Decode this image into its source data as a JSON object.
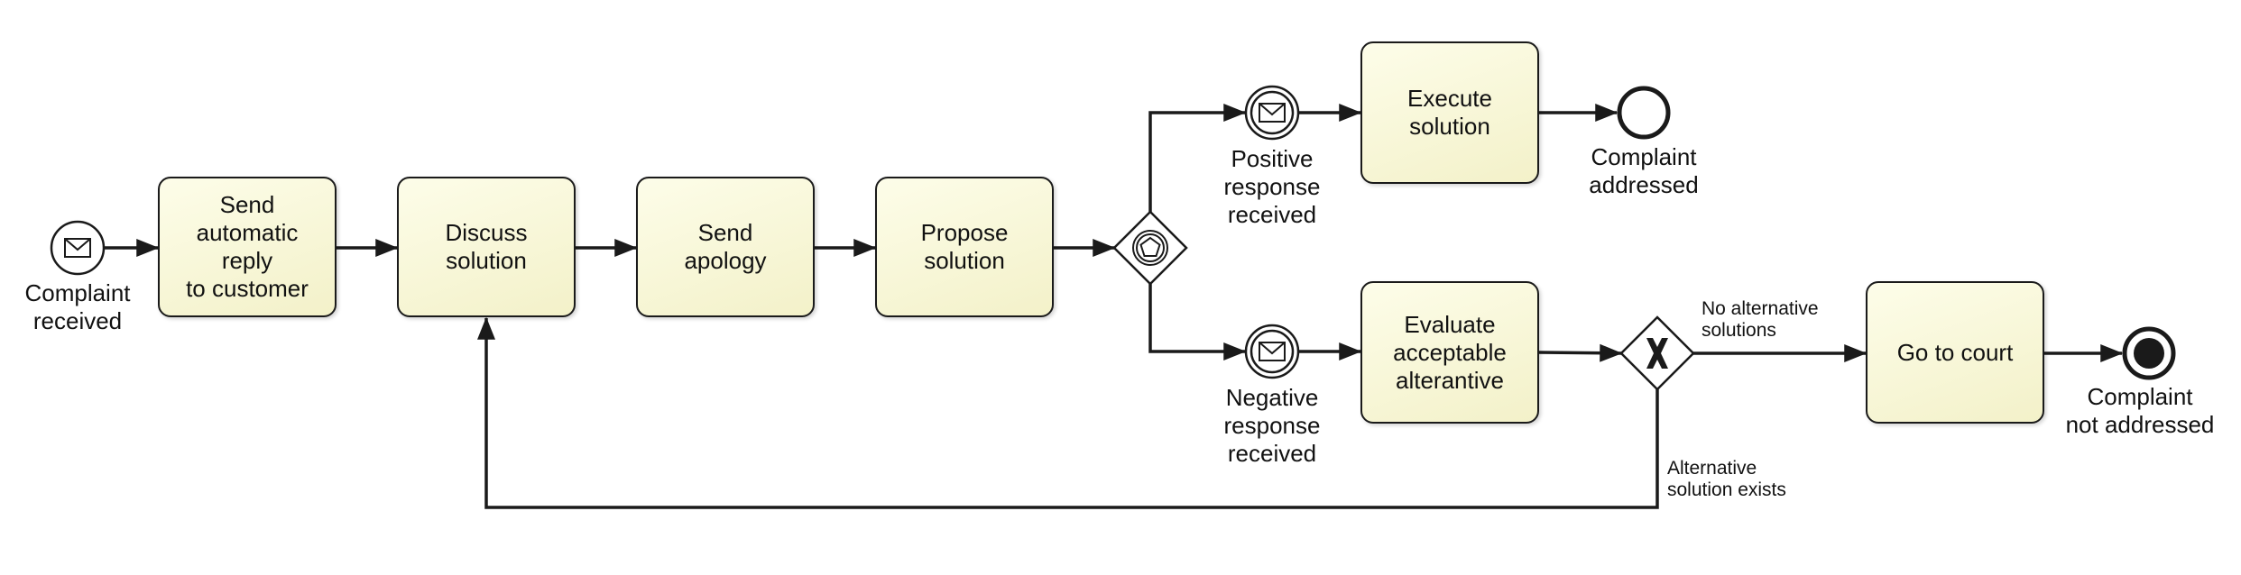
{
  "tasks": {
    "send_auto_reply": "Send\nautomatic\nreply\nto customer",
    "discuss_solution": "Discuss\nsolution",
    "send_apology": "Send\napology",
    "propose_solution": "Propose\nsolution",
    "execute_solution": "Execute\nsolution",
    "evaluate_alternative": "Evaluate\nacceptable\nalterantive",
    "go_to_court": "Go to court"
  },
  "events": {
    "complaint_received": "Complaint\nreceived",
    "positive_response": "Positive\nresponse\nreceived",
    "negative_response": "Negative\nresponse\nreceived",
    "complaint_addressed": "Complaint\naddressed",
    "complaint_not_addressed": "Complaint\nnot addressed"
  },
  "flow_labels": {
    "no_alternative": "No alternative\nsolutions",
    "alternative_exists": "Alternative\nsolution exists"
  },
  "colors": {
    "task_fill": "#f5f3cf",
    "stroke": "#1a1a1a"
  },
  "icons": {
    "message": "envelope-icon",
    "event_gateway": "pentagon-icon",
    "exclusive_gateway": "x-icon"
  }
}
